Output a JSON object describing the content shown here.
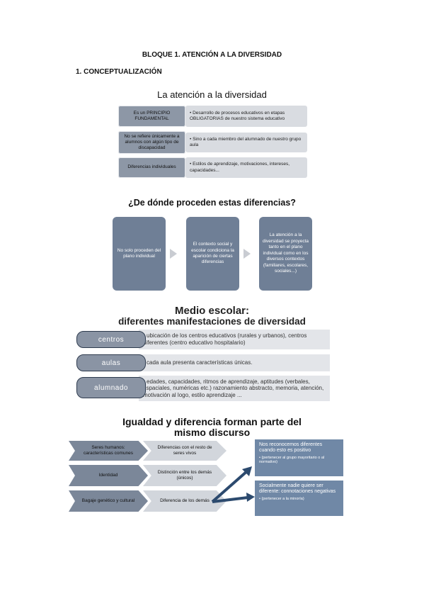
{
  "title": "BLOQUE 1. ATENCIÓN A LA DIVERSIDAD",
  "section": "1.   CONCEPTUALIZACIÓN",
  "diagram1": {
    "title": "La atención a la diversidad",
    "rows": [
      {
        "left": "Es un PRINCIPIO FUNDAMENTAL",
        "right": "• Desarrollo de procesos educativos en etapas OBLIGATORIAS de nuestro sistema educativo"
      },
      {
        "left": "No se refiere únicamente a alumnos con algún tipo de discapacidad",
        "right": "• Sino a cada miembro del alumnado de nuestro grupo aula"
      },
      {
        "left": "Diferencias individuales",
        "right": "• Estilos de aprendizaje, motivaciones, intereses, capacidades..."
      }
    ]
  },
  "diagram2": {
    "title": "¿De dónde proceden estas diferencias?",
    "boxes": [
      "No solo proceden del plano individual",
      "El contexto social y escolar condiciona la aparición de ciertas diferencias",
      "La atención a la diversidad se proyecta tanto en el plano individual como en los diversos contextos (familiares, escolares, sociales...)"
    ]
  },
  "diagram3": {
    "title_line1": "Medio escolar:",
    "title_line2": "diferentes manifestaciones de diversidad",
    "rows": [
      {
        "label": "centros",
        "text": "• ubicación de los centros educativos (rurales y urbanos), centros diferentes (centro educativo hospitalario)"
      },
      {
        "label": "aulas",
        "text": "• cada aula presenta características únicas."
      },
      {
        "label": "alumnado",
        "text": "• edades, capacidades, ritmos de aprendizaje, aptitudes (verbales, espaciales, numéricas etc.) razonamiento abstracto, memoria, atención, motivación al logo, estilo aprendizaje ..."
      }
    ]
  },
  "diagram4": {
    "title_line1": "Igualdad y diferencia forman parte del",
    "title_line2": "mismo discurso",
    "rows": [
      {
        "left": "Seres humanos: características comunes",
        "right": "Diferencias con el resto de seres vivos"
      },
      {
        "left": "Identidad",
        "right": "Distinción entre los demás (únicos)"
      },
      {
        "left": "Bagaje genético y cultural",
        "right": "Diferencia de los demás"
      }
    ],
    "outcomes": [
      {
        "title": "Nos reconocemos diferentes cuando esto es positivo",
        "sub": "• (pertenecer al grupo mayoritario o al normativo)"
      },
      {
        "title": "Socialmente nadie quiere ser diferente: connotaciones negativas",
        "sub": "• (pertenecer a la minoría)"
      }
    ]
  }
}
